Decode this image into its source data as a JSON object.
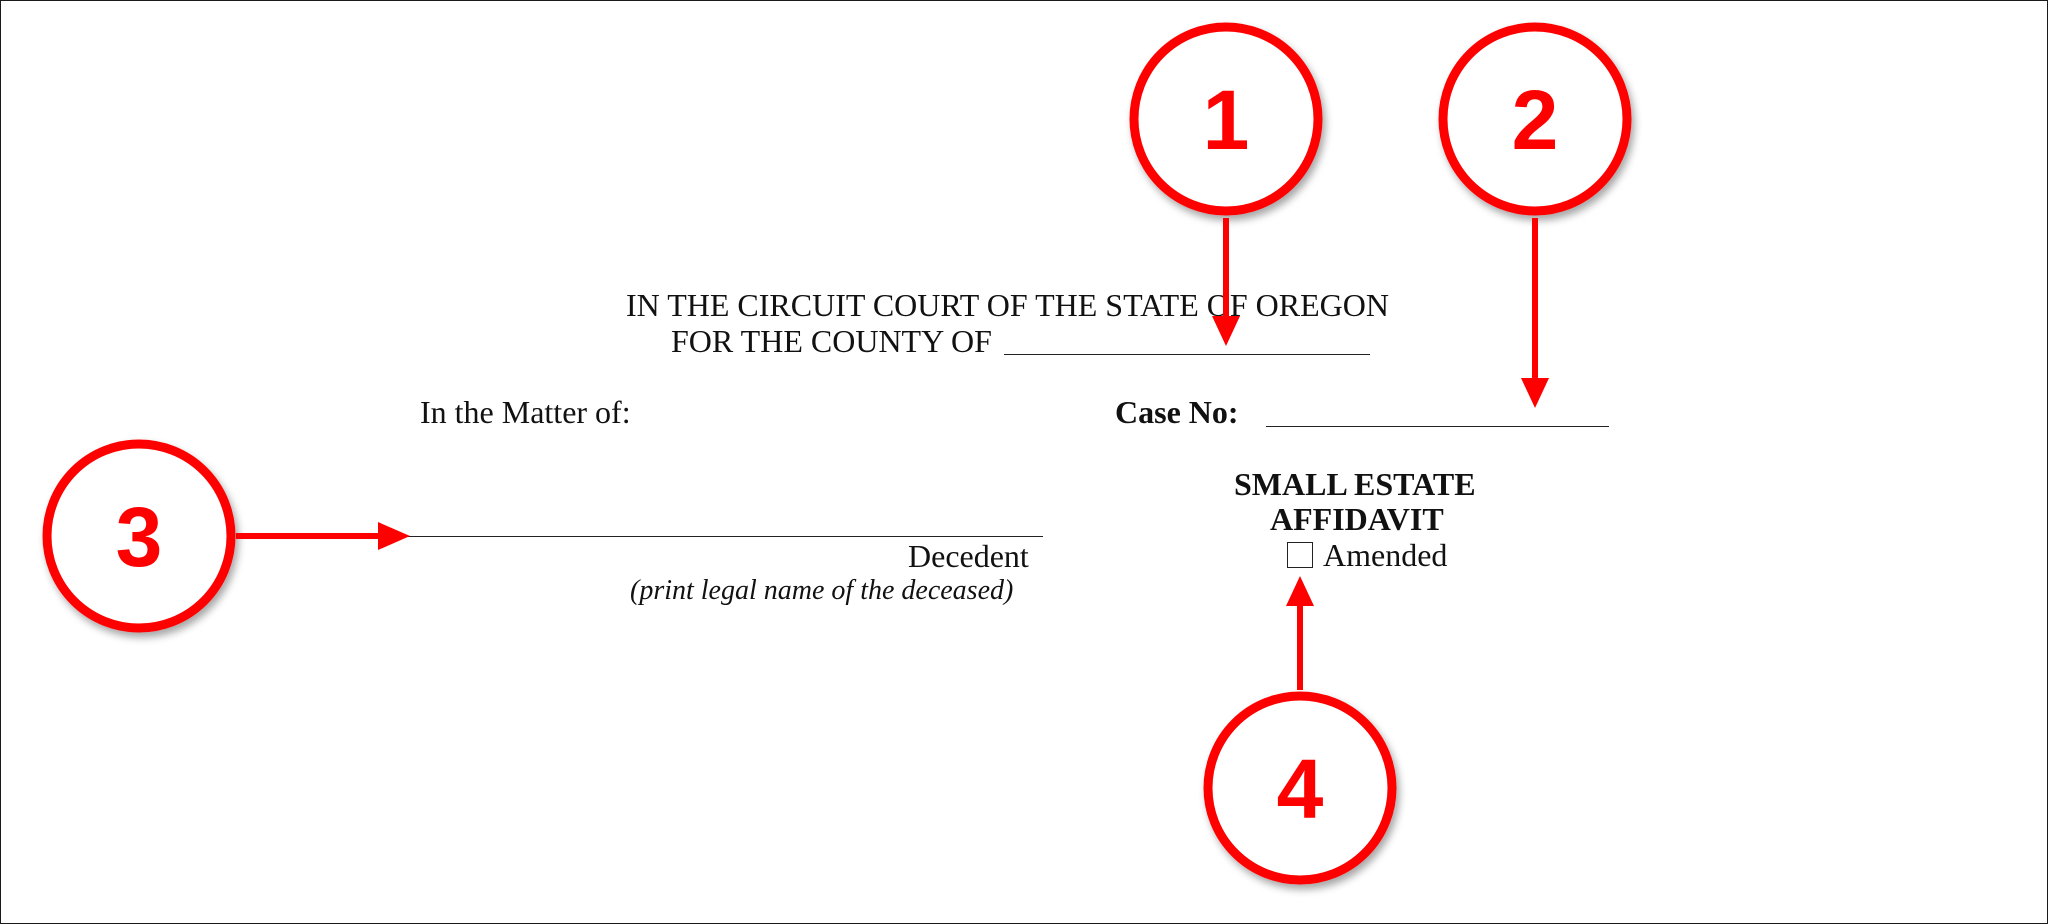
{
  "form": {
    "court_line_1": "IN THE CIRCUIT COURT OF THE STATE OF OREGON",
    "court_line_2": "FOR THE COUNTY OF",
    "matter_label": "In the Matter of:",
    "case_no_label": "Case No:",
    "decedent_label": "Decedent",
    "decedent_hint": "(print legal name of the deceased)",
    "title_line_1": "SMALL ESTATE",
    "title_line_2": "AFFIDAVIT",
    "amended_label": "Amended"
  },
  "annotations": {
    "color": "#ff0000",
    "markers": [
      {
        "number": "1",
        "target": "county-field"
      },
      {
        "number": "2",
        "target": "case-number-field"
      },
      {
        "number": "3",
        "target": "decedent-name-field"
      },
      {
        "number": "4",
        "target": "amended-checkbox"
      }
    ]
  }
}
